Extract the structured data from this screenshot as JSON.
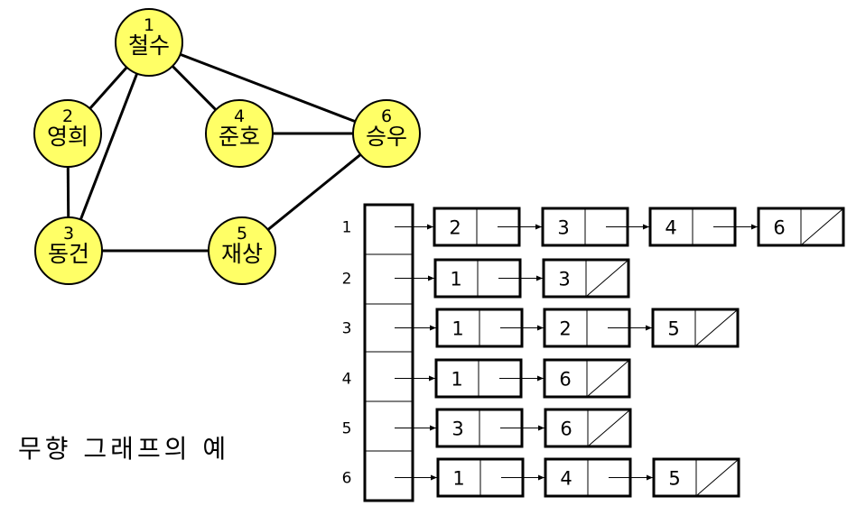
{
  "graph": {
    "nodes": [
      {
        "id": 1,
        "label": "1",
        "name": "철수"
      },
      {
        "id": 2,
        "label": "2",
        "name": "영희"
      },
      {
        "id": 3,
        "label": "3",
        "name": "동건"
      },
      {
        "id": 4,
        "label": "4",
        "name": "준호"
      },
      {
        "id": 5,
        "label": "5",
        "name": "재상"
      },
      {
        "id": 6,
        "label": "6",
        "name": "승우"
      }
    ],
    "edges": [
      [
        1,
        2
      ],
      [
        1,
        3
      ],
      [
        1,
        4
      ],
      [
        1,
        6
      ],
      [
        2,
        3
      ],
      [
        3,
        5
      ],
      [
        4,
        6
      ],
      [
        5,
        6
      ]
    ],
    "node_color": "#ffff66"
  },
  "adjacency_list": {
    "rows": [
      {
        "index": "1",
        "nodes": [
          "2",
          "3",
          "4",
          "6"
        ]
      },
      {
        "index": "2",
        "nodes": [
          "1",
          "3"
        ]
      },
      {
        "index": "3",
        "nodes": [
          "1",
          "2",
          "5"
        ]
      },
      {
        "index": "4",
        "nodes": [
          "1",
          "6"
        ]
      },
      {
        "index": "5",
        "nodes": [
          "3",
          "6"
        ]
      },
      {
        "index": "6",
        "nodes": [
          "1",
          "4",
          "5"
        ]
      }
    ]
  },
  "caption": "무향 그래프의 예"
}
